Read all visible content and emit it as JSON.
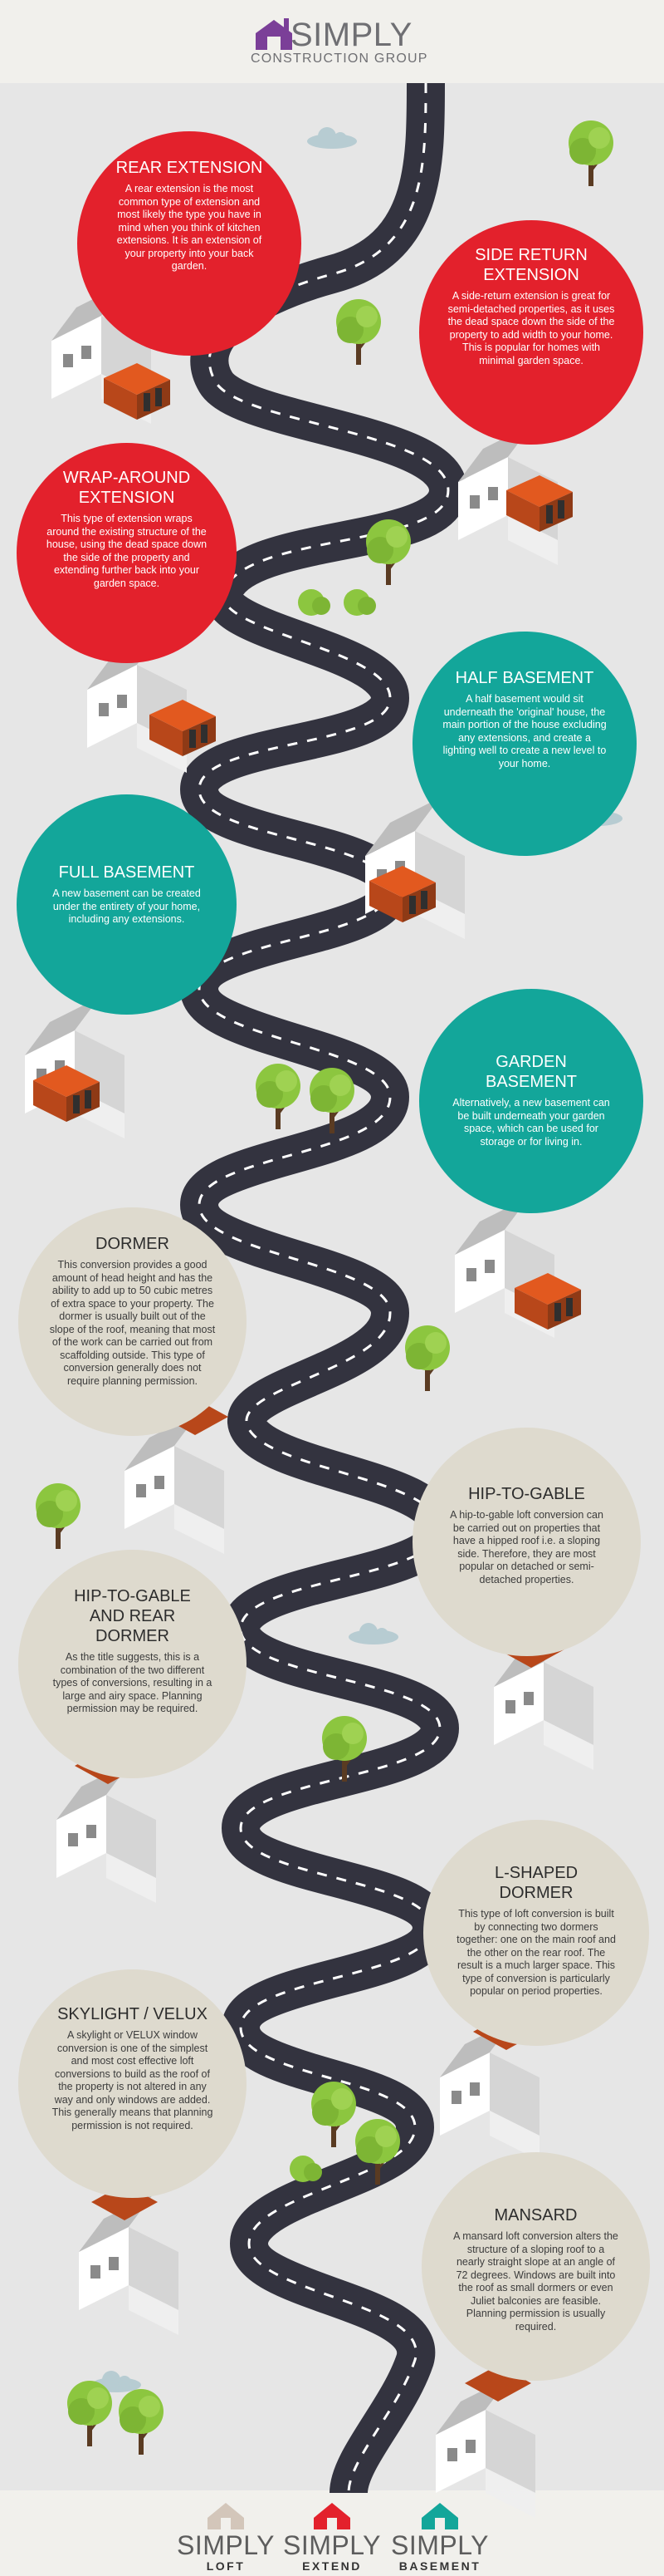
{
  "header": {
    "logo_word": "SIMPLY",
    "logo_tagline": "CONSTRUCTION GROUP"
  },
  "sections": [
    {
      "title": "REAR EXTENSION",
      "text": "A rear extension is the most common type of extension and most likely the type you have in mind when you think of kitchen extensions. It is an extension of your property into your back garden."
    },
    {
      "title": "SIDE RETURN EXTENSION",
      "text": "A side-return extension is great for semi-detached properties, as it uses the dead space down the side of the property to add width to your home. This is popular for homes with minimal garden space."
    },
    {
      "title": "WRAP-AROUND EXTENSION",
      "text": "This type of extension wraps around the existing structure of the house, using the dead space down the side of the property and extending further back into your garden space."
    },
    {
      "title": "HALF BASEMENT",
      "text": "A half basement would sit underneath the 'original' house, the main portion of the house excluding any extensions, and create a lighting well to create a new level to your home."
    },
    {
      "title": "FULL BASEMENT",
      "text": "A new basement can be created under the entirety of your home, including any extensions."
    },
    {
      "title": "GARDEN BASEMENT",
      "text": "Alternatively, a new basement can be built underneath your garden space, which can be used for storage or for living in."
    },
    {
      "title": "DORMER",
      "text": "This conversion provides a good amount of head height and has the ability to add up to 50 cubic metres of extra space to your property. The dormer is usually built out of the slope of the roof, meaning that most of the work can be carried out from scaffolding outside. This type of conversion generally does not require planning permission."
    },
    {
      "title": "HIP-TO-GABLE",
      "text": "A hip-to-gable loft conversion can be carried out on properties that have a hipped roof i.e. a sloping side. Therefore, they are most popular on detached or semi-detached properties."
    },
    {
      "title": "HIP-TO-GABLE AND REAR DORMER",
      "text": "As the title suggests, this is a combination of the two different types of conversions, resulting in a large and airy space. Planning permission may be required."
    },
    {
      "title": "L-SHAPED DORMER",
      "text": "This type of loft conversion is built by connecting two dormers together: one on the main roof and the other on the rear roof. The result is a much larger space. This type of conversion is particularly popular on period properties."
    },
    {
      "title": "SKYLIGHT / VELUX",
      "text": "A skylight or VELUX window conversion is one of the simplest and most cost effective loft conversions to build as the roof of the property is not altered in any way and only windows are added. This generally means that planning permission is not required."
    },
    {
      "title": "MANSARD",
      "text": "A mansard loft conversion alters the structure of a sloping roof to a nearly straight slope at an angle of 72 degrees. Windows are built into the roof as small dormers or even Juliet balconies are feasible. Planning permission is usually required."
    }
  ],
  "footer": {
    "brands": [
      {
        "word": "SIMPLY",
        "sub": "LOFT"
      },
      {
        "word": "SIMPLY",
        "sub": "EXTEND"
      },
      {
        "word": "SIMPLY",
        "sub": "BASEMENT"
      }
    ]
  },
  "colors": {
    "red": "#e3212c",
    "teal": "#13a69a",
    "beige": "#dedace",
    "road": "#33333f",
    "logo_purple": "#7b3f98",
    "background": "#e6e6e6"
  }
}
